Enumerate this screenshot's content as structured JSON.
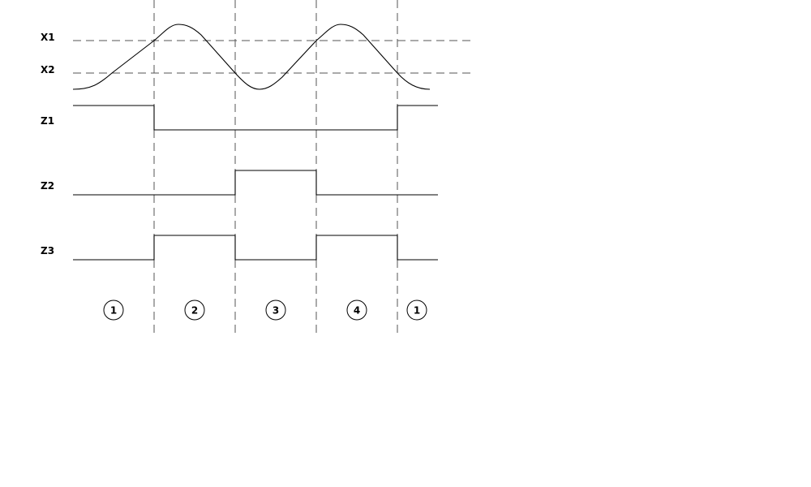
{
  "labels": {
    "x1": "X1",
    "x2": "X2",
    "z1": "Z1",
    "z2": "Z2",
    "z3": "Z3"
  },
  "regions": [
    "1",
    "2",
    "3",
    "4",
    "1"
  ],
  "signals": {
    "z1": [
      1,
      0,
      0,
      0,
      1
    ],
    "z2": [
      0,
      0,
      1,
      0,
      0
    ],
    "z3": [
      0,
      1,
      0,
      1,
      0
    ]
  },
  "colors": {
    "line": "#000000",
    "dashed": "#555555",
    "background": "#ffffff"
  }
}
